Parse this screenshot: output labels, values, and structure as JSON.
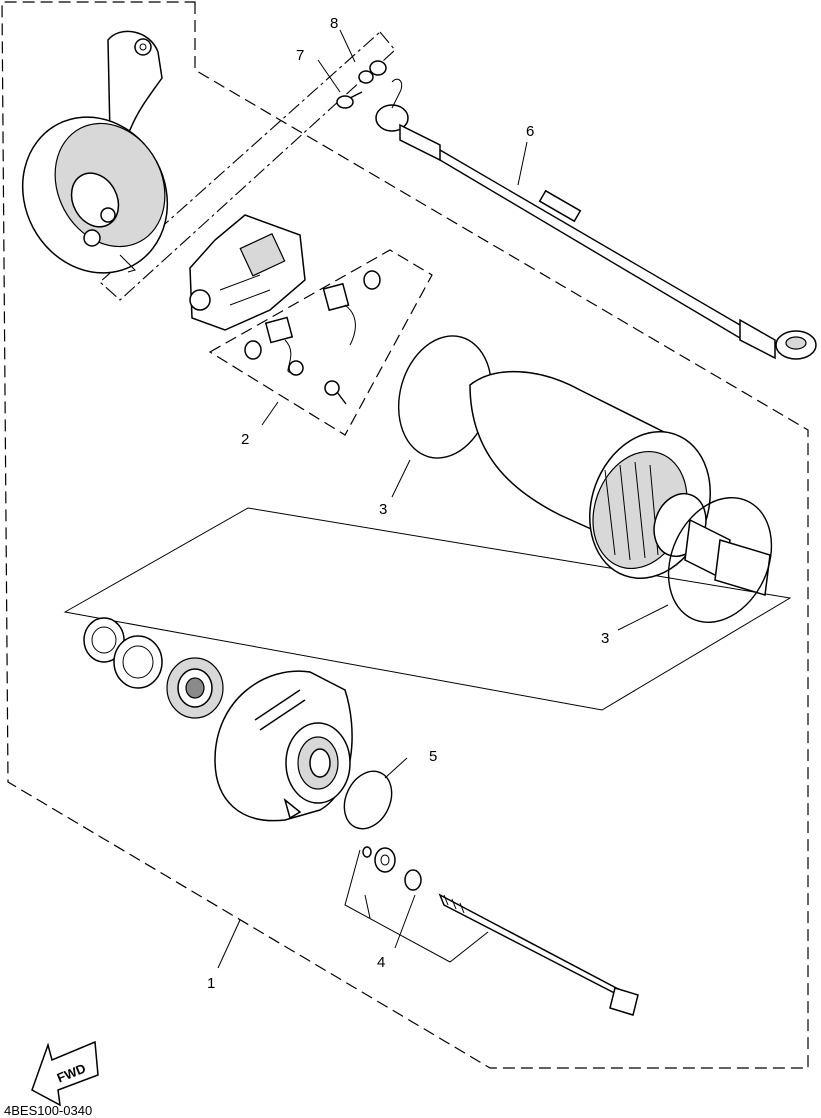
{
  "diagram": {
    "callouts": [
      "1",
      "2",
      "3",
      "3",
      "4",
      "5",
      "6",
      "7",
      "8"
    ],
    "fwd_label": "FWD",
    "drawing_code": "4BES100-0340"
  }
}
